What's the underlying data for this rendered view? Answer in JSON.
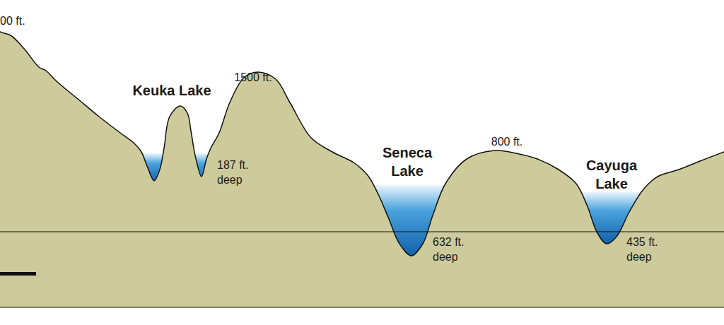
{
  "diagram": {
    "labels": [
      "00 ft.",
      "Keuka Lake",
      "1500 ft.",
      "187 ft. deep",
      "Seneca Lake",
      "800 ft.",
      "Cayuga Lake",
      "632 ft. deep",
      "435 ft. deep"
    ]
  }
}
